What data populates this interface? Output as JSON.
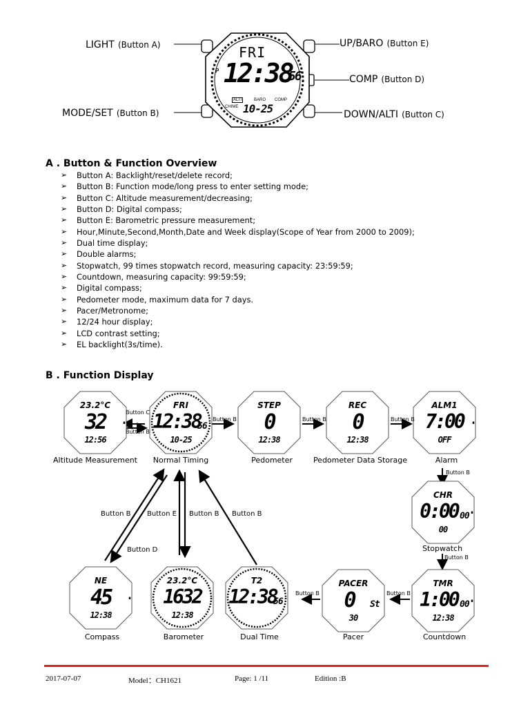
{
  "top": {
    "watch": {
      "day": "FRI",
      "time": "12:38",
      "seconds": "56",
      "date": "10-25",
      "p": "P",
      "alti": "ALTI",
      "baro": "BARO",
      "comp": "COMP",
      "chime": "CHIME"
    },
    "labels": {
      "a_main": "LIGHT",
      "a_sub": "(Button A)",
      "b_main": "MODE/SET",
      "b_sub": "(Button B)",
      "e_main": "UP/BARO",
      "e_sub": "(Button E)",
      "d_main": "COMP",
      "d_sub": "(Button D)",
      "c_main": "DOWN/ALTI",
      "c_sub": "(Button C)"
    }
  },
  "section_a": {
    "title": "A . Button & Function Overview",
    "items": [
      "Button A: Backlight/reset/delete record;",
      "Button B: Function mode/long press to enter setting mode;",
      "Button C: Altitude measurement/decreasing;",
      "Button D: Digital compass;",
      "Button E: Barometric pressure measurement;",
      "Hour,Minute,Second,Month,Date and Week display(Scope of Year from 2000 to 2009);",
      "Dual time display;",
      "Double alarms;",
      "Stopwatch, 99 times stopwatch record, measuring capacity: 23:59:59;",
      "Countdown, measuring capacity: 99:59:59;",
      "Digital compass;",
      "Pedometer mode, maximum data for 7 days.",
      "Pacer/Metronome;",
      "12/24 hour display;",
      "LCD contrast setting;",
      "EL backlight(3s/time)."
    ]
  },
  "section_b": {
    "title": "B . Function Display",
    "captions": {
      "altitude": "Altitude Measurement",
      "normal": "Normal Timing",
      "pedometer": "Pedometer",
      "pedo_storage": "Pedometer Data Storage",
      "alarm": "Alarm",
      "stopwatch": "Stopwatch",
      "countdown": "Countdown",
      "pacer": "Pacer",
      "dual": "Dual Time",
      "barometer": "Barometer",
      "compass": "Compass"
    },
    "buttons": {
      "c": "Button C",
      "b": "Button B",
      "d": "Button D",
      "e": "Button E"
    },
    "screens": {
      "altitude": {
        "top": "23.2°C",
        "mid": "32",
        "bot": "12:56"
      },
      "normal": {
        "top": "FRI",
        "mid": "12:38",
        "sec": "56",
        "bot": "10-25"
      },
      "pedometer": {
        "top": "STEP",
        "mid": "0",
        "bot": "12:38"
      },
      "pedo_storage": {
        "top": "REC",
        "mid": "0",
        "bot": "12:38"
      },
      "alarm": {
        "top": "ALM1",
        "mid": "7:00",
        "bot": "OFF"
      },
      "stopwatch": {
        "top": "CHR",
        "mid": "0:00",
        "sec": "00",
        "bot": "00"
      },
      "countdown": {
        "top": "TMR",
        "mid": "1:00",
        "sec": "00",
        "bot": "12:38"
      },
      "pacer": {
        "top": "PACER",
        "mid": "0",
        "sec": "St",
        "bot": "30"
      },
      "dual": {
        "top": "T2",
        "mid": "12:38",
        "sec": "56"
      },
      "barometer": {
        "top": "23.2°C",
        "mid": "1632",
        "bot": "12:38"
      },
      "compass": {
        "top": "NE",
        "mid": "45",
        "bot": "12:38"
      }
    }
  },
  "footer": {
    "date": "2017-07-07",
    "model": "Model：CH1621",
    "page": "Page: 1 /11",
    "edition": "Edition :B"
  },
  "colors": {
    "footer_rule": "#e0201e"
  }
}
